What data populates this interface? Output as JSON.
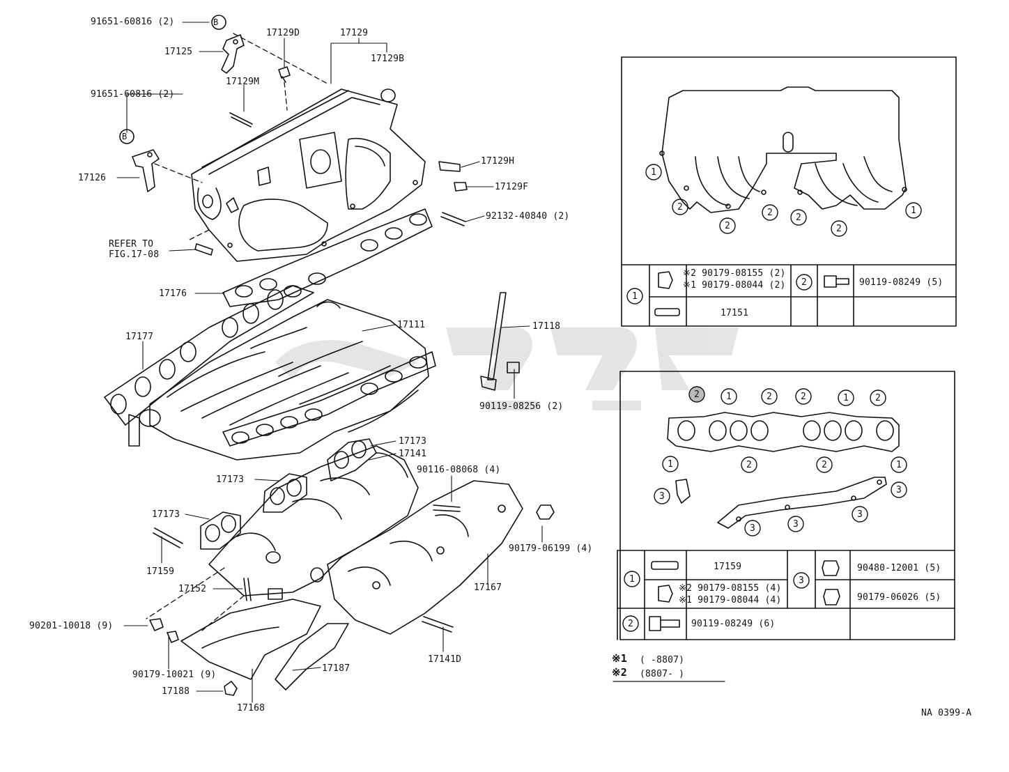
{
  "labels": {
    "p91651a": "91651-60816 (2)",
    "p17129": "17129",
    "p17129d": "17129D",
    "p17125": "17125",
    "p17129b": "17129B",
    "p17129m": "17129M",
    "p91651b": "91651-60816 (2)",
    "p17129h": "17129H",
    "p17126": "17126",
    "p17129f": "17129F",
    "p92132": "92132-40840 (2)",
    "refer1": "REFER TO",
    "refer2": "FIG.17-08",
    "p17176": "17176",
    "p17111": "17111",
    "p17118": "17118",
    "p17177": "17177",
    "p90119_256": "90119-08256 (2)",
    "p17173a": "17173",
    "p17141": "17141",
    "p90116": "90116-08068 (4)",
    "p17173b": "17173",
    "p17173c": "17173",
    "p90179_199": "90179-06199 (4)",
    "p17159": "17159",
    "p17167": "17167",
    "p17152": "17152",
    "p90201": "90201-10018 (9)",
    "p17141d": "17141D",
    "p90179_021": "90179-10021 (9)",
    "p17187": "17187",
    "p17188": "17188",
    "p17168": "17168",
    "ref_code": "NA 0399-A"
  },
  "markers": {
    "b1": "B",
    "b2": "B"
  },
  "panel1": {
    "circles": [
      "1",
      "2",
      "2",
      "2",
      "2",
      "2",
      "1"
    ],
    "table": {
      "r1_key": "1",
      "r1_a1": "※2 90179-08155 (2)",
      "r1_a2": "※1 90179-08044 (2)",
      "r1_b": "17151",
      "r2_key": "2",
      "r2_a": "90119-08249 (5)"
    }
  },
  "panel2": {
    "top_circles": [
      "2",
      "1",
      "2",
      "2",
      "1",
      "2"
    ],
    "bottom_circles": [
      "1",
      "2",
      "2",
      "1"
    ],
    "bracket_circles": [
      "3",
      "3",
      "3",
      "3",
      "3"
    ],
    "table": {
      "k1": "1",
      "a": "17159",
      "b1": "※2 90179-08155 (4)",
      "b2": "※1 90179-08044 (4)",
      "k2": "2",
      "c": "90119-08249 (6)",
      "k3": "3",
      "d": "90480-12001 (5)",
      "e": "90179-06026 (5)"
    }
  },
  "notes": {
    "n1_mark": "※1",
    "n1_text": "(        -8807)",
    "n2_mark": "※2",
    "n2_text": "(8807-        )"
  }
}
